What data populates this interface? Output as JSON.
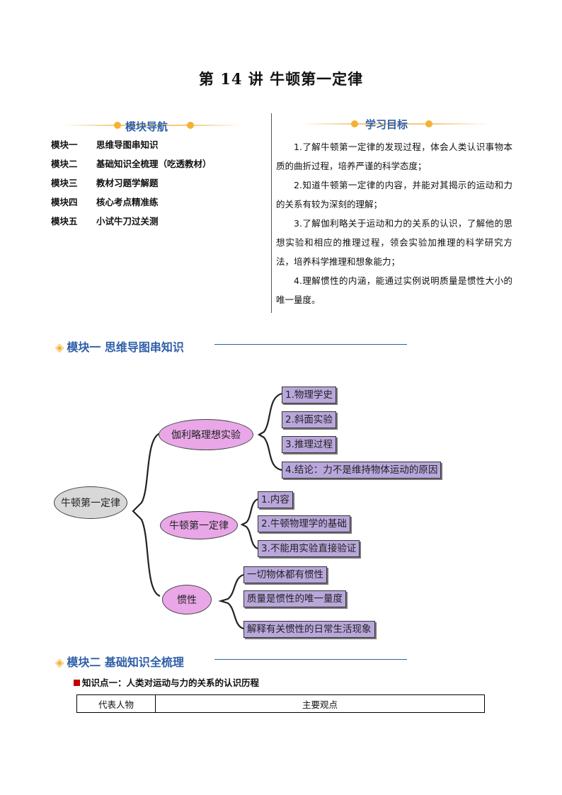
{
  "title": "第 14 讲  牛顿第一定律",
  "nav": {
    "header": "模块导航",
    "items": [
      {
        "key": "模块一",
        "text": "思维导图串知识"
      },
      {
        "key": "模块二",
        "text": "基础知识全梳理（吃透教材）"
      },
      {
        "key": "模块三",
        "text": "教材习题学解题"
      },
      {
        "key": "模块四",
        "text": "核心考点精准练"
      },
      {
        "key": "模块五",
        "text": "小试牛刀过关测"
      }
    ]
  },
  "goals": {
    "header": "学习目标",
    "items": [
      "1.了解牛顿第一定律的发现过程，体会人类认识事物本质的曲折过程，培养严谨的科学态度；",
      "2.知道牛顿第一定律的内容，并能对其揭示的运动和力的关系有较为深刻的理解；",
      "3.了解伽利略关于运动和力的关系的认识，了解他的思想实验和相应的推理过程，领会实验加推理的科学研究方法，培养科学推理和想象能力；",
      "4.理解惯性的内涵，能通过实例说明质量是惯性大小的唯一量度。"
    ]
  },
  "section1": {
    "title": "模块一  思维导图串知识"
  },
  "mindmap": {
    "root": "牛顿第一定律",
    "branches": [
      {
        "label": "伽利略理想实验",
        "leaves": [
          "1.物理学史",
          "2.斜面实验",
          "3.推理过程",
          "4.结论：力不是维持物体运动的原因"
        ]
      },
      {
        "label": "牛顿第一定律",
        "leaves": [
          "1.内容",
          "2.牛顿物理学的基础",
          "3.不能用实验直接验证"
        ]
      },
      {
        "label": "惯性",
        "leaves": [
          "一切物体都有惯性",
          "质量是惯性的唯一量度",
          "解释有关惯性的日常生活现象"
        ]
      }
    ]
  },
  "section2": {
    "title": "模块二  基础知识全梳理"
  },
  "knowledge_point": {
    "title": "知识点一：人类对运动与力的关系的认识历程"
  },
  "table": {
    "headers": [
      "代表人物",
      "主要观点"
    ]
  },
  "colors": {
    "accent_blue": "#2e5fa8",
    "accent_orange": "#f3b233",
    "node_pink": "#e9a7e8",
    "leaf_purple": "#b9a7dc",
    "marker_red": "#c00000"
  }
}
